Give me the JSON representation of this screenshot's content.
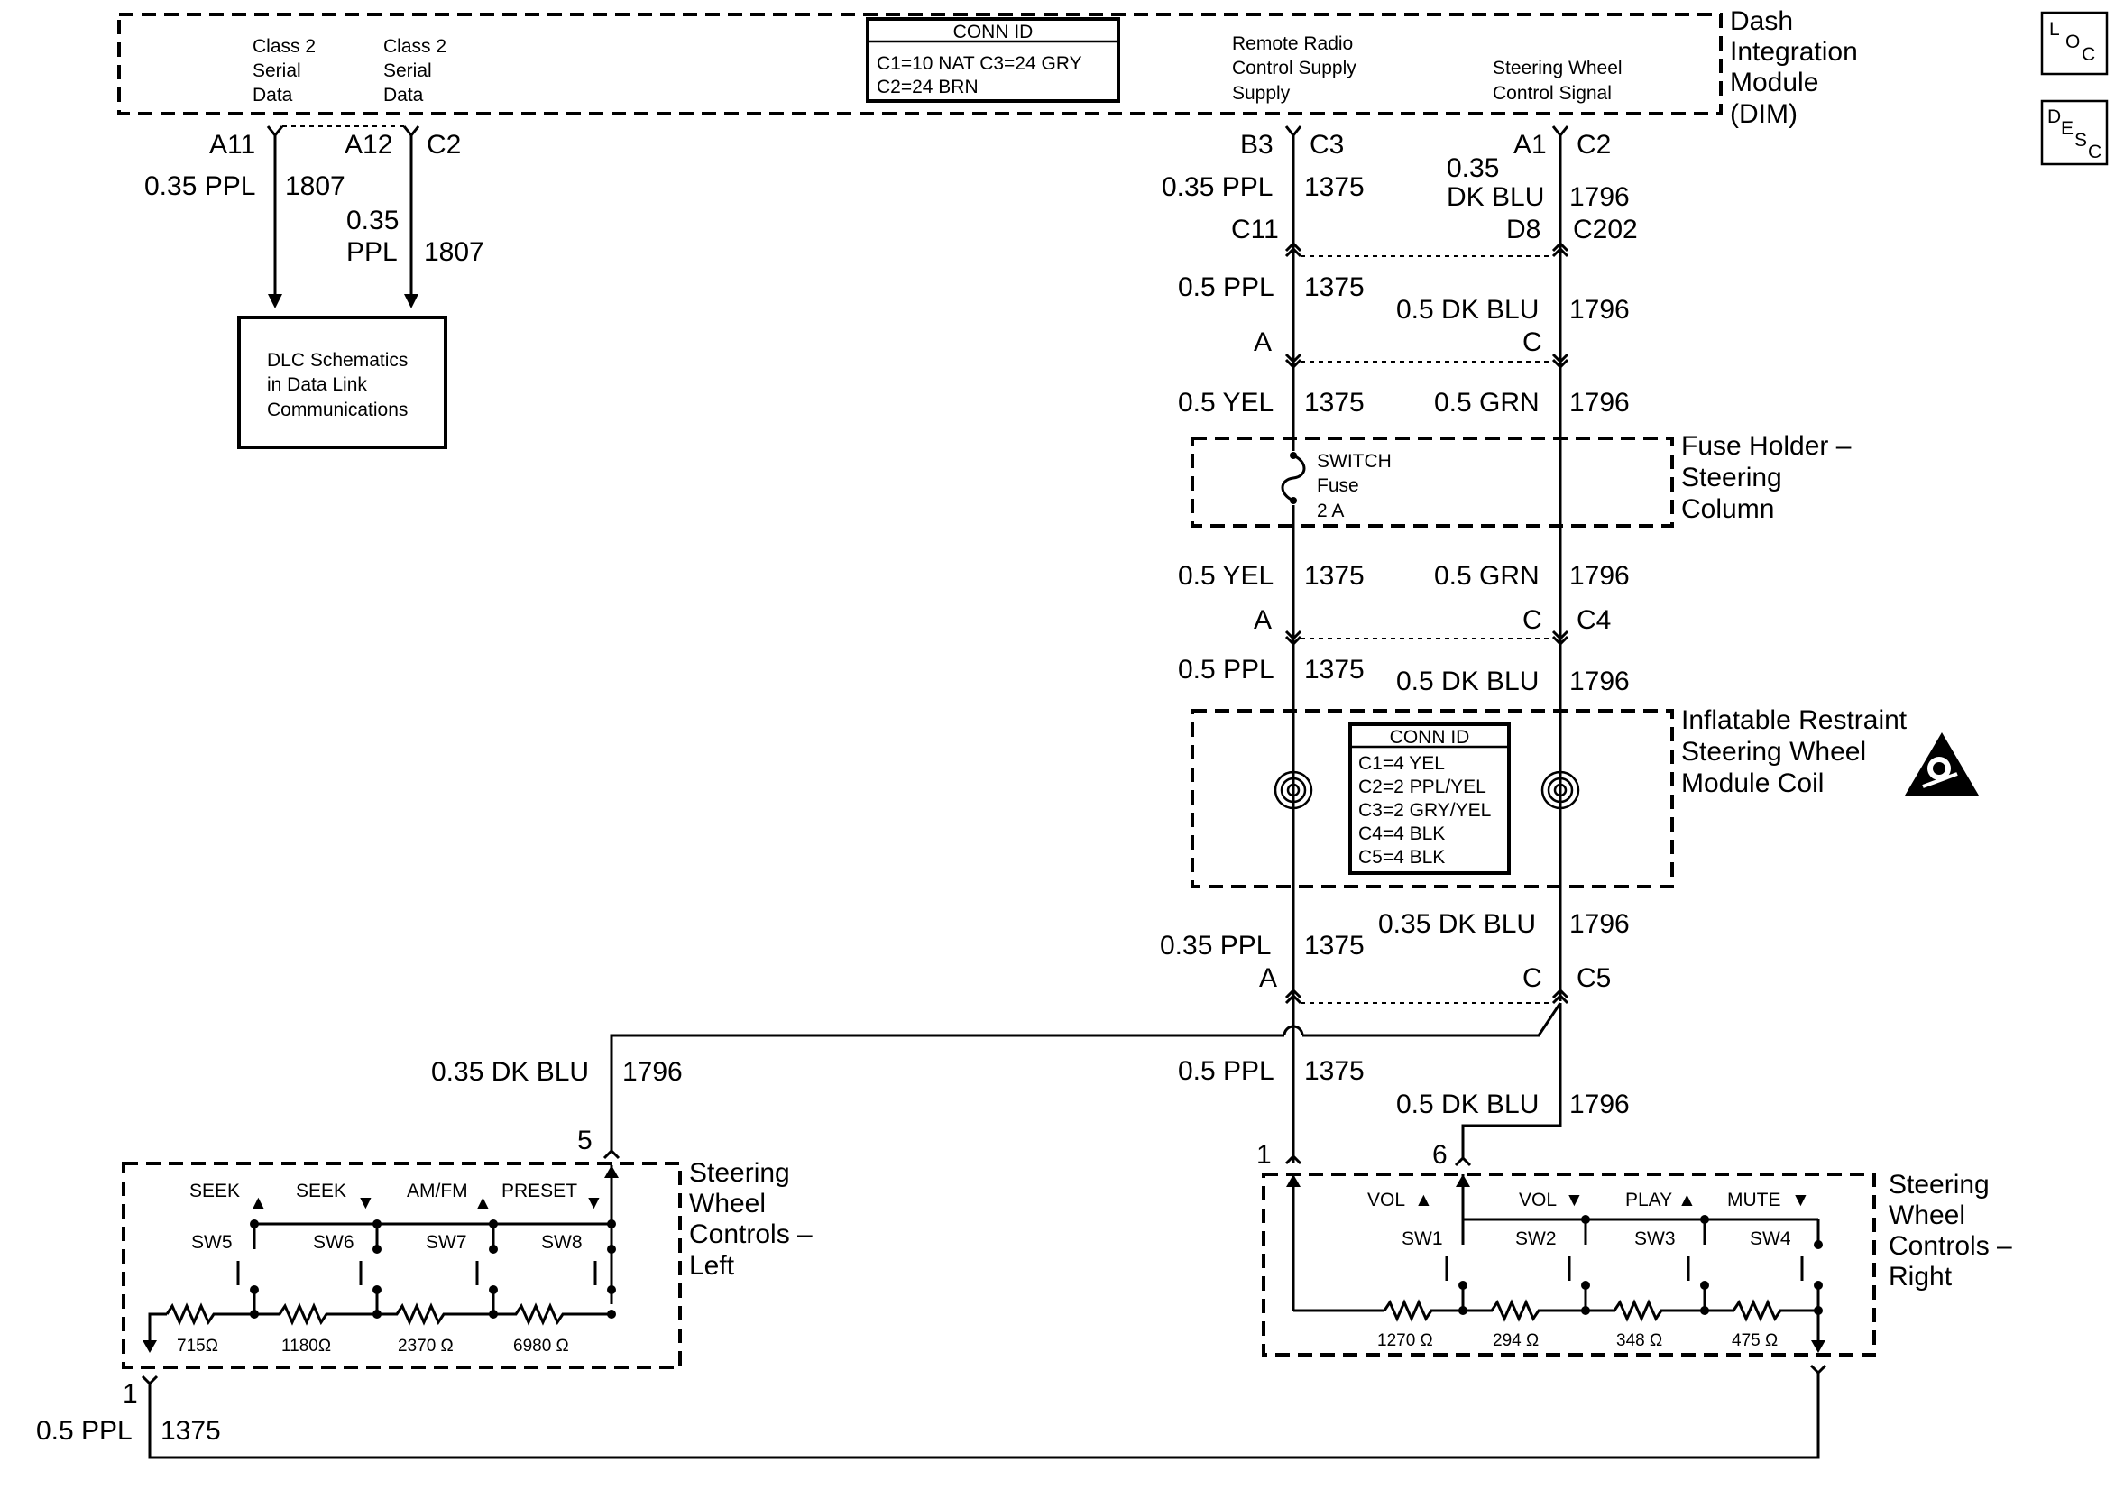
{
  "dim": {
    "name": [
      "Dash",
      "Integration",
      "Module",
      "(DIM)"
    ],
    "pin_labels": {
      "class2_a": [
        "Class 2",
        "Serial",
        "Data"
      ],
      "class2_b": [
        "Class 2",
        "Serial",
        "Data"
      ],
      "remote_radio": [
        "Remote Radio",
        "Control Supply",
        "Supply"
      ],
      "steering_signal": [
        "Steering Wheel",
        "Control Signal"
      ]
    },
    "conn_id": {
      "title": "CONN ID",
      "lines": [
        "C1=10 NAT  C3=24 GRY",
        "C2=24 BRN"
      ]
    },
    "pins": {
      "a11": "A11",
      "a12": "A12",
      "c2_left": "C2",
      "b3": "B3",
      "c3": "C3",
      "a1": "A1",
      "c2_right": "C2"
    }
  },
  "dlc_box": {
    "lines": [
      "DLC Schematics",
      "in Data Link",
      "Communications"
    ]
  },
  "wires": {
    "w1807_a": {
      "gauge": "0.35 PPL",
      "circuit": "1807"
    },
    "w1807_b": {
      "gauge_lines": [
        "0.35",
        "PPL"
      ],
      "circuit": "1807"
    },
    "w1375_top": {
      "gauge": "0.35 PPL",
      "circuit": "1375"
    },
    "w1796_top": {
      "gauge_lines": [
        "0.35",
        "DK BLU"
      ],
      "circuit": "1796"
    },
    "w1375_c11": {
      "gauge": "0.5 PPL",
      "circuit": "1375"
    },
    "w1796_c202": {
      "gauge": "0.5 DK BLU",
      "circuit": "1796"
    },
    "w1375_yel_a": {
      "gauge": "0.5 YEL",
      "circuit": "1375"
    },
    "w1796_grn_a": {
      "gauge": "0.5 GRN",
      "circuit": "1796"
    },
    "w1375_yel_b": {
      "gauge": "0.5 YEL",
      "circuit": "1375"
    },
    "w1796_grn_b": {
      "gauge": "0.5 GRN",
      "circuit": "1796"
    },
    "w1375_c4": {
      "gauge": "0.5 PPL",
      "circuit": "1375"
    },
    "w1796_c4": {
      "gauge": "0.5 DK BLU",
      "circuit": "1796"
    },
    "w1375_coil": {
      "gauge": "0.35 PPL",
      "circuit": "1375"
    },
    "w1796_coil": {
      "gauge": "0.35 DK BLU",
      "circuit": "1796"
    },
    "w1796_left": {
      "gauge": "0.35 DK BLU",
      "circuit": "1796"
    },
    "w1375_c5": {
      "gauge": "0.5 PPL",
      "circuit": "1375"
    },
    "w1796_c5": {
      "gauge": "0.5 DK BLU",
      "circuit": "1796"
    },
    "w1375_bottom": {
      "gauge": "0.5 PPL",
      "circuit": "1375"
    }
  },
  "connectors": {
    "c11": "C11",
    "d8": "D8",
    "c202": "C202",
    "a_1": "A",
    "c_1": "C",
    "a_2": "A",
    "c_2": "C",
    "c4": "C4",
    "a_3": "A",
    "c_3": "C",
    "c5": "C5",
    "pin5": "5",
    "pin1_left": "1",
    "pin1_right": "1",
    "pin6": "6"
  },
  "fuse_holder": {
    "name": [
      "Fuse Holder –",
      "Steering",
      "Column"
    ],
    "fuse_lines": [
      "SWITCH",
      "Fuse",
      "2 A"
    ]
  },
  "coil": {
    "name": [
      "Inflatable Restraint",
      "Steering Wheel",
      "Module Coil"
    ],
    "conn_id": {
      "title": "CONN ID",
      "lines": [
        "C1=4 YEL",
        "C2=2 PPL/YEL",
        "C3=2 GRY/YEL",
        "C4=4 BLK",
        "C5=4 BLK"
      ]
    }
  },
  "left_controls": {
    "name": [
      "Steering",
      "Wheel",
      "Controls –",
      "Left"
    ],
    "buttons": [
      {
        "label": "SEEK",
        "arrow": "▲",
        "switch": "SW5",
        "resistor": "715Ω"
      },
      {
        "label": "SEEK",
        "arrow": "▼",
        "switch": "SW6",
        "resistor": "1180Ω"
      },
      {
        "label": "AM/FM",
        "arrow": "▲",
        "switch": "SW7",
        "resistor": "2370 Ω"
      },
      {
        "label": "PRESET",
        "arrow": "▼",
        "switch": "SW8",
        "resistor": "6980 Ω"
      }
    ]
  },
  "right_controls": {
    "name": [
      "Steering",
      "Wheel",
      "Controls –",
      "Right"
    ],
    "buttons": [
      {
        "label": "VOL",
        "arrow": "▲",
        "switch": "SW1",
        "resistor": "1270 Ω"
      },
      {
        "label": "VOL",
        "arrow": "▼",
        "switch": "SW2",
        "resistor": "294 Ω"
      },
      {
        "label": "PLAY",
        "arrow": "▲",
        "switch": "SW3",
        "resistor": "348 Ω"
      },
      {
        "label": "MUTE",
        "arrow": "▼",
        "switch": "SW4",
        "resistor": "475 Ω"
      }
    ]
  },
  "side_icons": {
    "loc": [
      "L",
      "O",
      "C"
    ],
    "desc": [
      "D",
      "E",
      "S",
      "C"
    ]
  }
}
